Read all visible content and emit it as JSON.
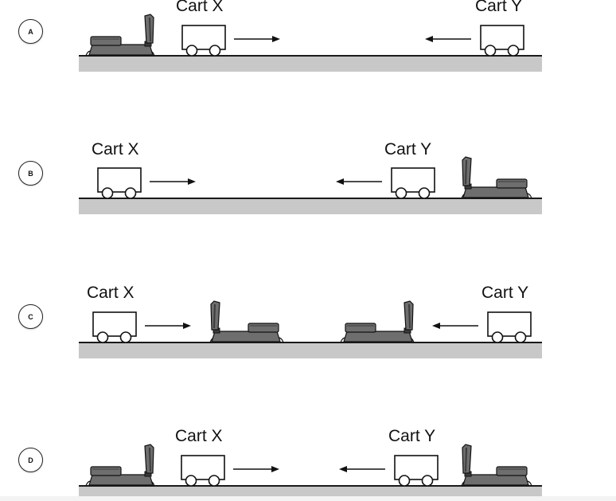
{
  "options": [
    {
      "letter": "A",
      "labels": {
        "cart_x": "Cart X",
        "cart_y": "Cart Y"
      },
      "cart_x_motion": "right",
      "cart_y_motion": "left",
      "sensors": [
        {
          "side": "left-end",
          "facing": "right"
        }
      ]
    },
    {
      "letter": "B",
      "labels": {
        "cart_x": "Cart X",
        "cart_y": "Cart Y"
      },
      "cart_x_motion": "right",
      "cart_y_motion": "left",
      "sensors": [
        {
          "side": "right-end",
          "facing": "left"
        }
      ]
    },
    {
      "letter": "C",
      "labels": {
        "cart_x": "Cart X",
        "cart_y": "Cart Y"
      },
      "cart_x_motion": "right",
      "cart_y_motion": "left",
      "sensors": [
        {
          "side": "middle-left",
          "facing": "left"
        },
        {
          "side": "middle-right",
          "facing": "right"
        }
      ]
    },
    {
      "letter": "D",
      "labels": {
        "cart_x": "Cart X",
        "cart_y": "Cart Y"
      },
      "cart_x_motion": "right",
      "cart_y_motion": "left",
      "sensors": [
        {
          "side": "left-end",
          "facing": "right"
        },
        {
          "side": "right-end",
          "facing": "left"
        }
      ]
    }
  ],
  "colors": {
    "track": "#c8c8c8",
    "track_line": "#1a1a1a",
    "sensor_body": "#6e6e6e",
    "sensor_dark": "#3c3c3c",
    "stroke": "#111111"
  },
  "icons": {
    "cart": "cart-icon",
    "sensor": "motion-sensor-icon",
    "arrow": "arrow-icon"
  }
}
